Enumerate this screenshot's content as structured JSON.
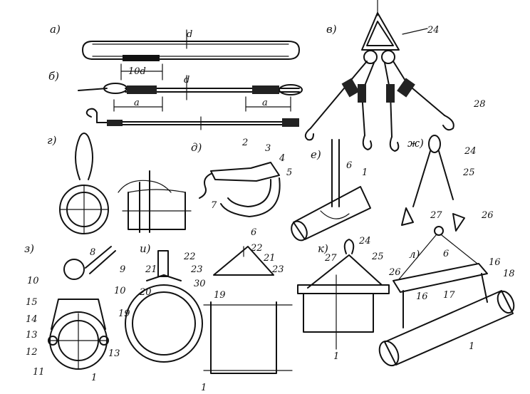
{
  "panels": {
    "a": {
      "letter": "а)",
      "dim": "d"
    },
    "b": {
      "letter": "б)",
      "dim_10d": "10d",
      "dim_d": "d",
      "dim_a1": "a",
      "dim_a2": "a"
    },
    "v": {
      "letter": "в)",
      "n24": "24",
      "n28": "28"
    },
    "g": {
      "letter": "г)"
    },
    "d": {
      "letter": "д)",
      "n2": "2",
      "n3": "3",
      "n4": "4",
      "n5": "5",
      "n6": "6",
      "n7": "7"
    },
    "e": {
      "letter": "е)",
      "n6": "6",
      "n1": "1"
    },
    "zh": {
      "letter": "ж)",
      "n24": "24",
      "n25": "25",
      "n26": "26",
      "n27": "27"
    },
    "z": {
      "letter": "з)",
      "n8": "8",
      "n9": "9",
      "n10a": "10",
      "n10b": "10",
      "n15": "15",
      "n14": "14",
      "n13a": "13",
      "n13b": "13",
      "n12": "12",
      "n11": "11",
      "n1": "1"
    },
    "i": {
      "letter": "и)",
      "n22a": "22",
      "n21a": "21",
      "n23a": "23",
      "n20": "20",
      "n30": "30",
      "n19a": "19",
      "n22b": "22",
      "n21b": "21",
      "n23b": "23",
      "n19b": "19",
      "n1": "1"
    },
    "k": {
      "letter": "к)",
      "n24": "24",
      "n27": "27",
      "n25": "25",
      "n26": "26",
      "n1": "1"
    },
    "l": {
      "letter": "л)",
      "n6": "6",
      "n16a": "16",
      "n16b": "16",
      "n17": "17",
      "n18": "18",
      "n1": "1"
    }
  }
}
